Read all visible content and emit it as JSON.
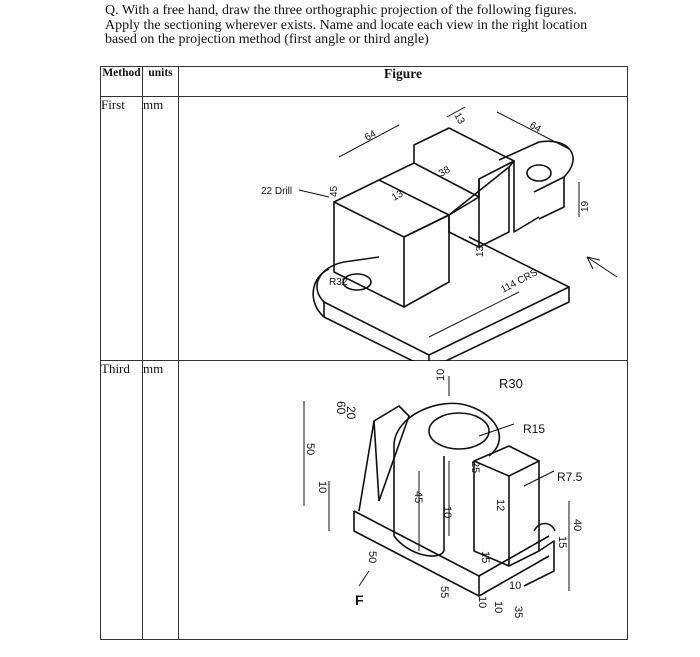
{
  "question": {
    "line1": "Q. With a free hand, draw the three orthographic projection of the following figures.",
    "line2": "Apply the sectioning wherever exists. Name and locate each view in the right location",
    "line3": "based on the projection method (first angle or third angle)"
  },
  "table": {
    "header_method": "Method",
    "header_units": "units",
    "header_figure": "Figure",
    "rows": [
      {
        "method": "First",
        "units": "mm"
      },
      {
        "method": "Third",
        "units": "mm"
      }
    ]
  },
  "figure1": {
    "labels": {
      "d64a": "64",
      "d13a": "13",
      "d64b": "64",
      "d45": "45",
      "d38": "38",
      "d13b": "13",
      "d19": "19",
      "d13c": "13",
      "drill": "22 Drill",
      "r32": "R32",
      "crs": "114 CRS"
    }
  },
  "figure2": {
    "labels": {
      "d10a": "10",
      "r30": "R30",
      "d60": "60",
      "d20": "20",
      "r15": "R15",
      "d50a": "50",
      "d10b": "10",
      "r75": "R7.5",
      "d25": "25",
      "d10c": "10",
      "d45": "45",
      "d12": "12",
      "d40": "40",
      "d15a": "15",
      "d50b": "50",
      "d15b": "15",
      "d55": "55",
      "d10d": "10",
      "d10e": "10",
      "d10f": "10",
      "d35": "35",
      "front": "F"
    }
  }
}
